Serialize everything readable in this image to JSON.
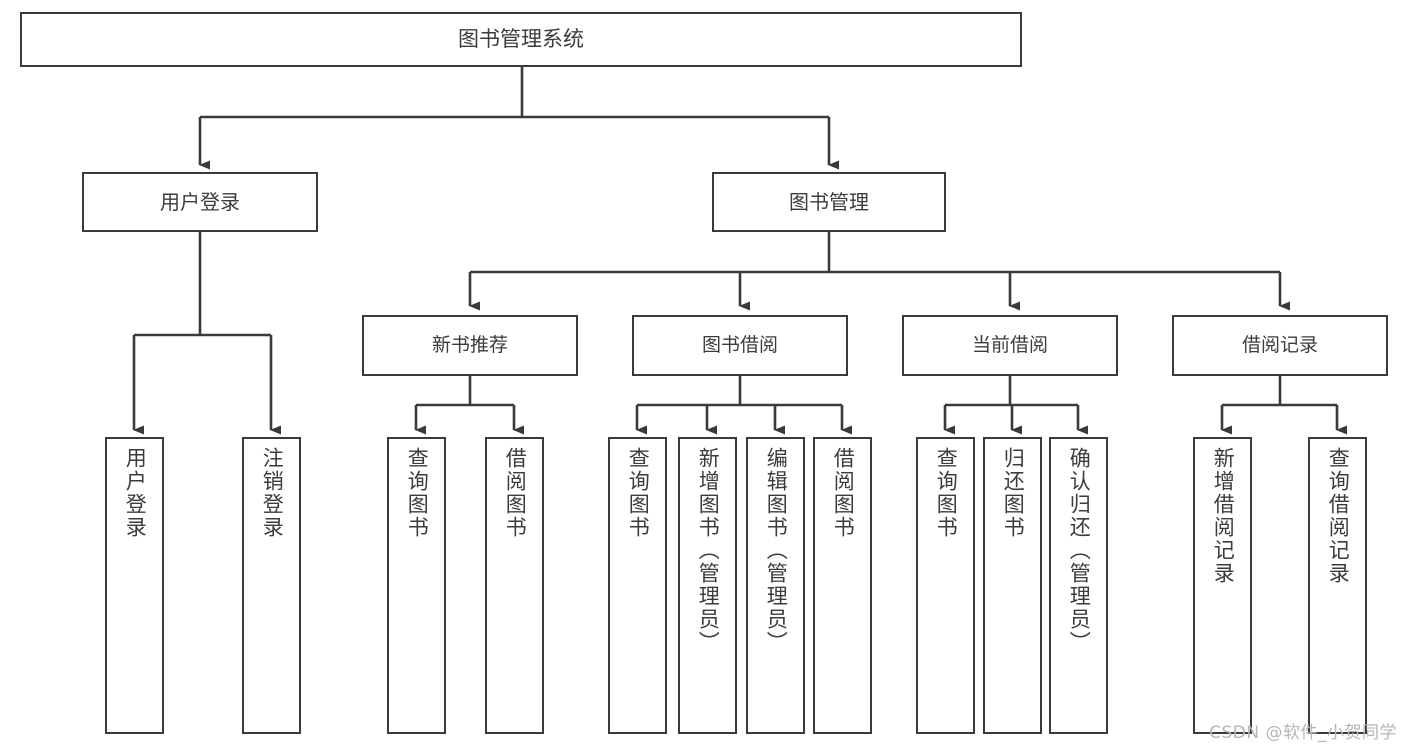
{
  "diagram": {
    "title": "图书管理系统",
    "watermark": "CSDN @软件_小贺同学",
    "line_color": "#3a3a3a",
    "text_color": "#3c3c3c",
    "background": "#ffffff",
    "root": {
      "label": "图书管理系统"
    },
    "level1": [
      {
        "label": "用户登录"
      },
      {
        "label": "图书管理"
      }
    ],
    "level2": [
      {
        "label": "新书推荐"
      },
      {
        "label": "图书借阅"
      },
      {
        "label": "当前借阅"
      },
      {
        "label": "借阅记录"
      }
    ],
    "leaves": {
      "user_login": [
        {
          "label": "用户登录"
        },
        {
          "label": "注销登录"
        }
      ],
      "new_book": [
        {
          "label": "查询图书"
        },
        {
          "label": "借阅图书"
        }
      ],
      "book_borrow": [
        {
          "label": "查询图书"
        },
        {
          "label": "新增图书（管理员）"
        },
        {
          "label": "编辑图书（管理员）"
        },
        {
          "label": "借阅图书"
        }
      ],
      "current_borrow": [
        {
          "label": "查询图书"
        },
        {
          "label": "归还图书"
        },
        {
          "label": "确认归还（管理员）"
        }
      ],
      "borrow_record": [
        {
          "label": "新增借阅记录"
        },
        {
          "label": "查询借阅记录"
        }
      ]
    }
  }
}
